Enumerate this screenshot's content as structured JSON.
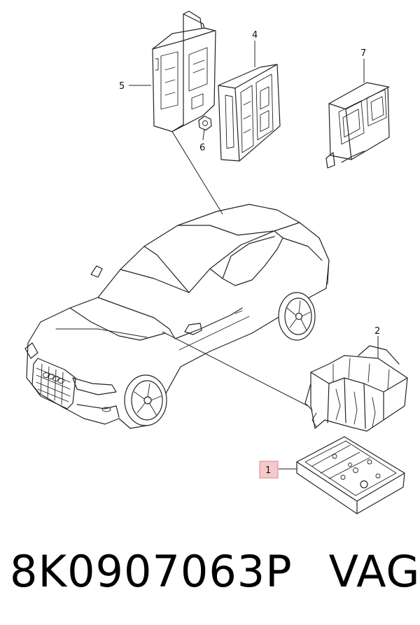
{
  "callouts": {
    "c1": "1",
    "c2": "2",
    "c4": "4",
    "c5": "5",
    "c6": "6",
    "c7": "7"
  },
  "caption": {
    "part_number": "8K0907063P",
    "brand": "VAG"
  },
  "colors": {
    "highlight_fill": "#f6c9cc",
    "highlight_stroke": "#d9868c",
    "line": "#222222"
  }
}
